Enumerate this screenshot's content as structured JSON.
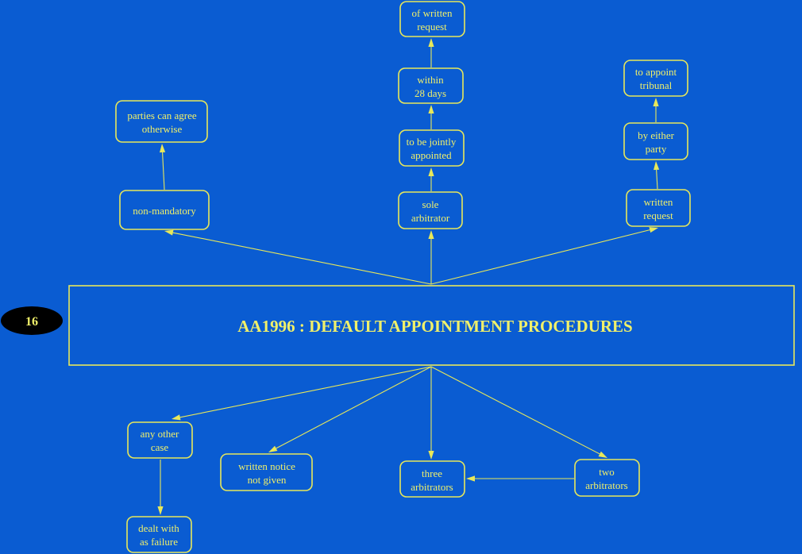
{
  "page_number": "16",
  "main_title": "AA1996 : DEFAULT APPOINTMENT PROCEDURES",
  "colors": {
    "background": "#0a5cd2",
    "line": "#e8e85a",
    "text": "#f0f06a",
    "badge": "#000000"
  },
  "nodes": {
    "non_mandatory": [
      "non-mandatory"
    ],
    "parties_can_agree": [
      "parties can agree",
      "otherwise"
    ],
    "sole_arbitrator": [
      "sole",
      "arbitrator"
    ],
    "jointly_appointed": [
      "to be jointly",
      "appointed"
    ],
    "within_28_days": [
      "within",
      "28 days"
    ],
    "of_written_request": [
      "of written",
      "request"
    ],
    "written_request": [
      "written",
      "request"
    ],
    "by_either_party": [
      "by either",
      "party"
    ],
    "to_appoint_tribunal": [
      "to appoint",
      "tribunal"
    ],
    "any_other_case": [
      "any other",
      "case"
    ],
    "dealt_with_as_failure": [
      "dealt with",
      "as failure"
    ],
    "written_notice_not_given": [
      "written notice",
      "not given"
    ],
    "three_arbitrators": [
      "three",
      "arbitrators"
    ],
    "two_arbitrators": [
      "two",
      "arbitrators"
    ]
  }
}
